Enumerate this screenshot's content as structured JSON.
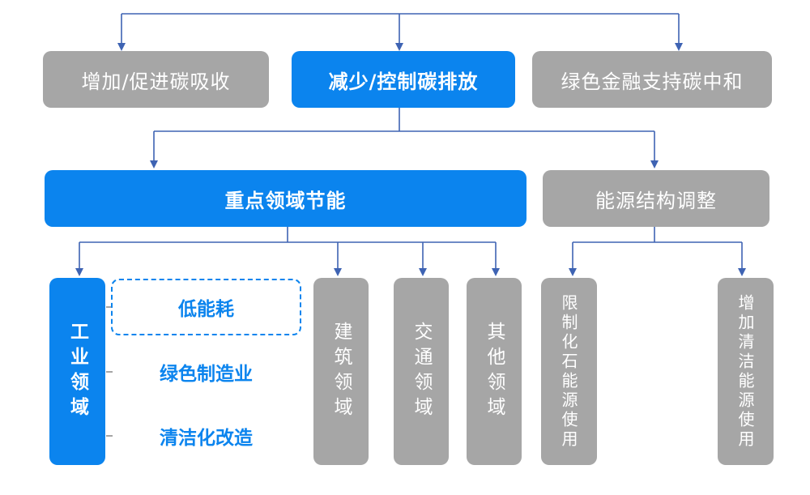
{
  "colors": {
    "blue": "#0b84ee",
    "gray": "#a6a6a6",
    "line": "#3e63b3"
  },
  "top_row": {
    "left": "增加/促进碳吸收",
    "center": "减少/控制碳排放",
    "right": "绿色金融支持碳中和"
  },
  "second_row": {
    "left": "重点领域节能",
    "right": "能源结构调整"
  },
  "sectors": {
    "industry": "工业领域",
    "industry_items": [
      "低能耗",
      "绿色制造业",
      "清洁化改造"
    ],
    "building": "建筑领域",
    "transport": "交通领域",
    "other": "其他领域"
  },
  "energy": {
    "limit_fossil": "限制化石能源使用",
    "increase_clean": "增加清洁能源使用"
  }
}
